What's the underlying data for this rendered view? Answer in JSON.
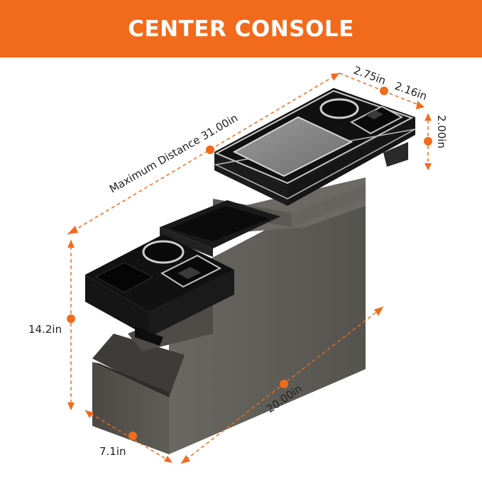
{
  "banner": {
    "title": "CENTER CONSOLE"
  },
  "dimensions": {
    "max_distance": "Maximum Distance 31.00in",
    "top_width_left": "2.75in",
    "top_width_right": "2.16in",
    "tray_height": "2.00in",
    "total_height": "14.2in",
    "length": "20.00in",
    "base_width": "7.1in"
  },
  "colors": {
    "accent": "#F26A1B",
    "console_body": "#5E5C56",
    "tray": "#141414",
    "trim": "#C9C9C9",
    "label_text": "#222222"
  }
}
